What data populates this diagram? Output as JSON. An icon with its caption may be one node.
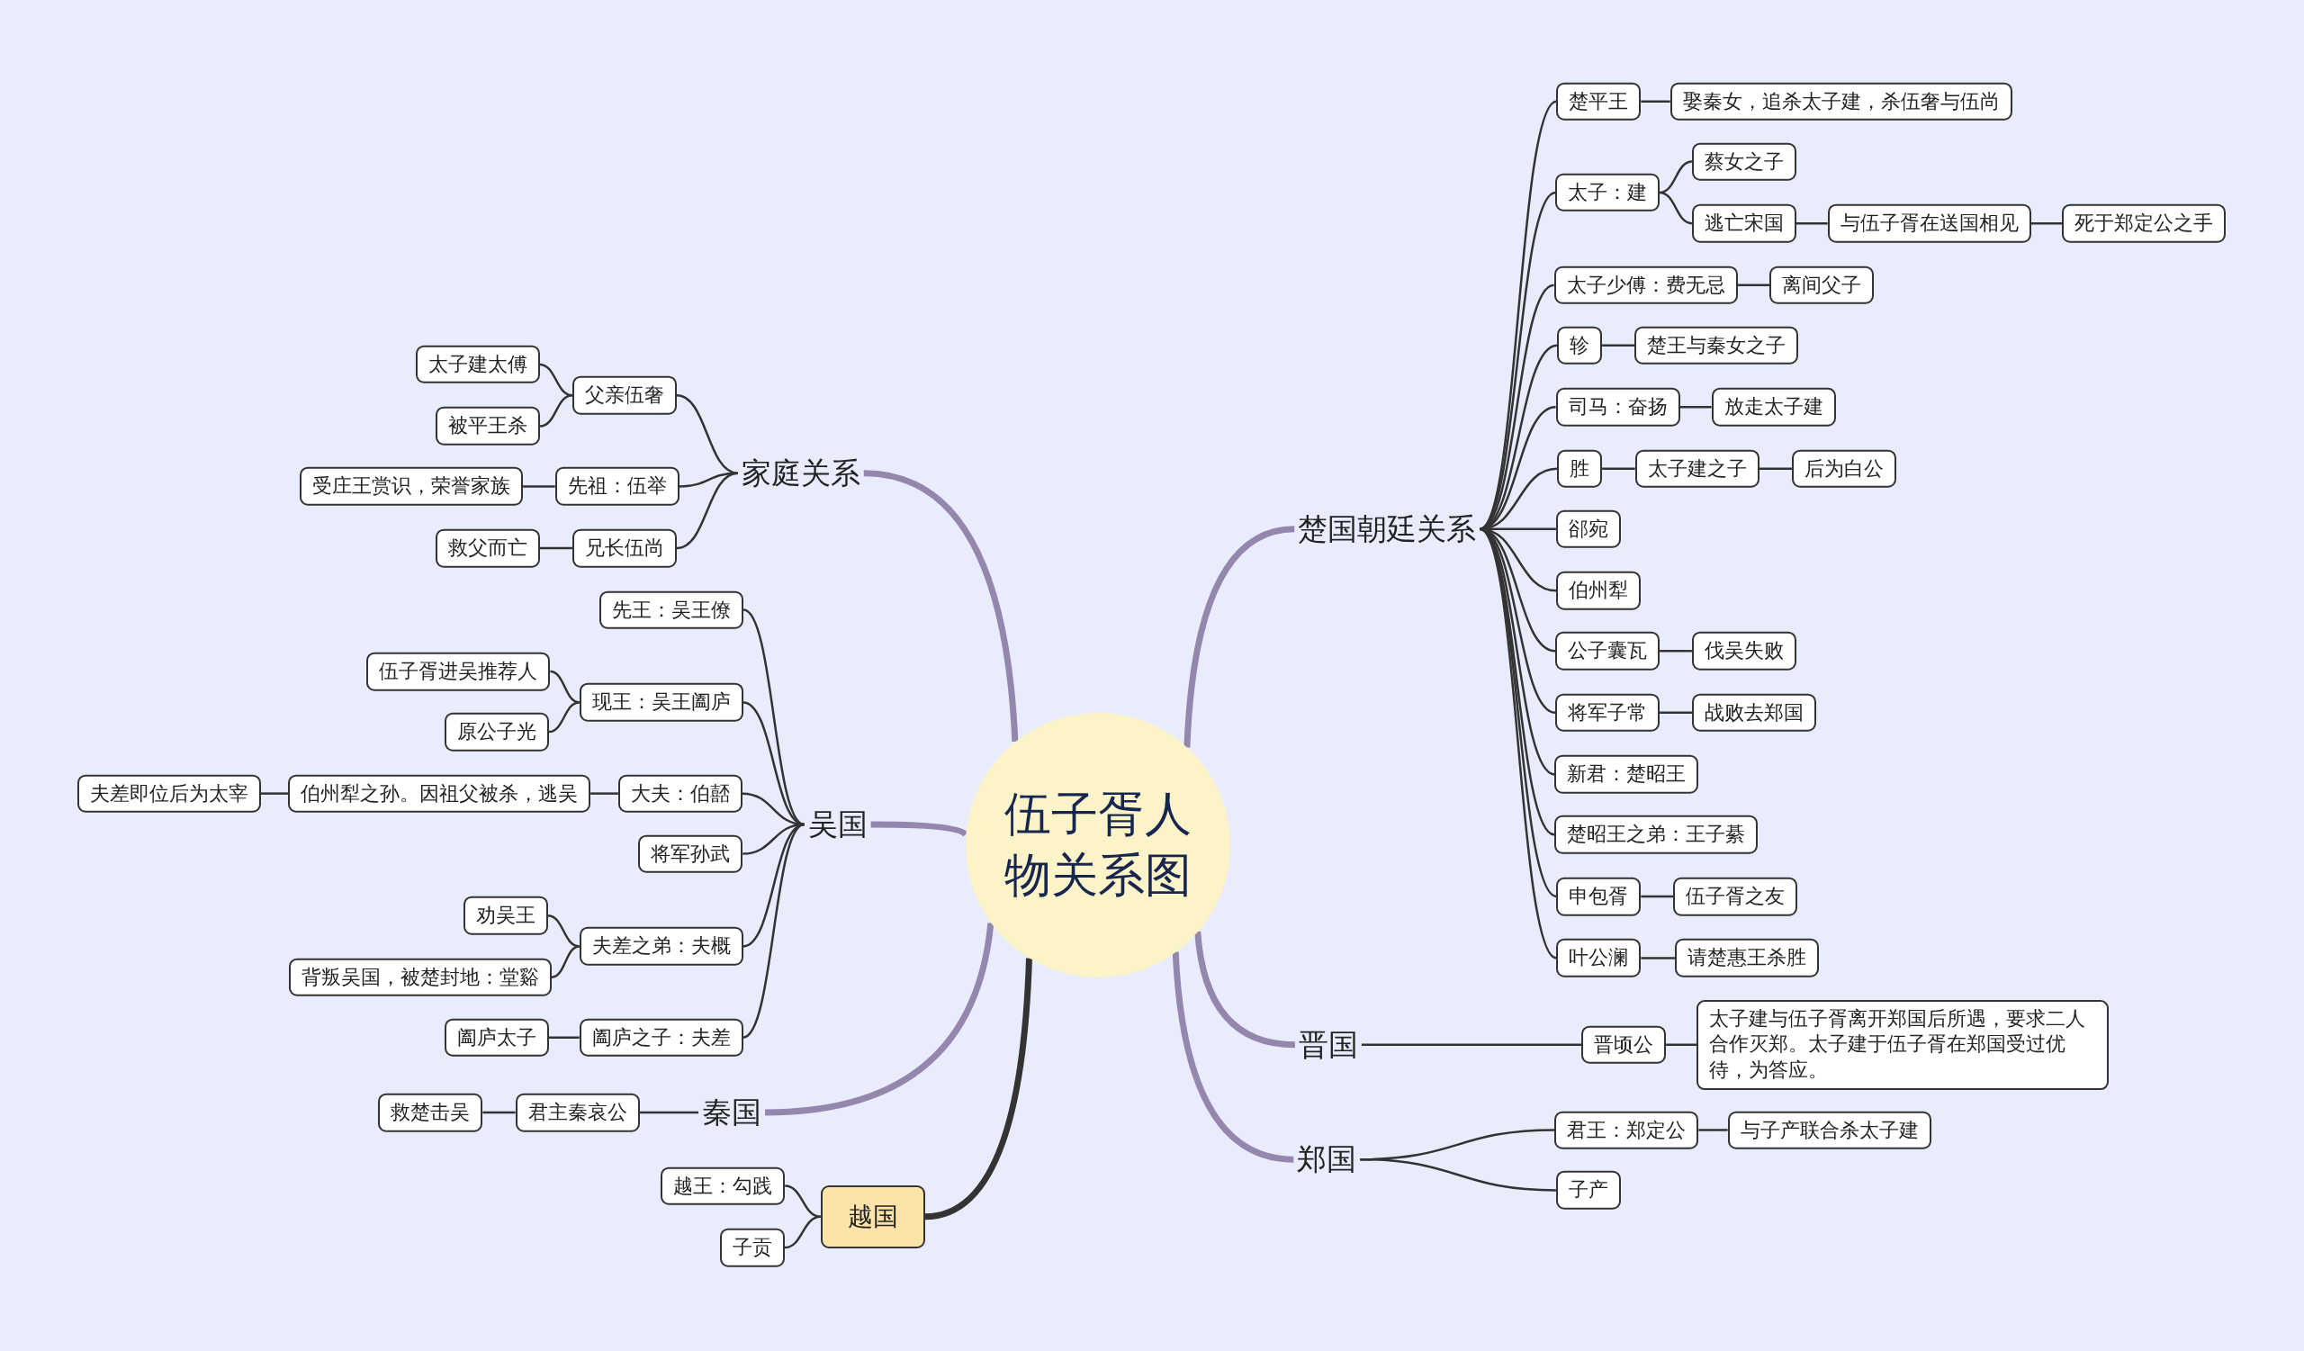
{
  "diagram": {
    "nodes": [
      {
        "text": [
          "伍子胥人物关系图"
        ]
      },
      {
        "text": [
          "家庭关系"
        ]
      },
      {
        "text": [
          "父亲伍奢"
        ]
      },
      {
        "text": [
          "太子建太傅"
        ]
      },
      {
        "text": [
          "被平王杀"
        ]
      },
      {
        "text": [
          "先祖：伍举"
        ]
      },
      {
        "text": [
          "受庄王赏识，荣誉家族"
        ]
      },
      {
        "text": [
          "兄长伍尚"
        ]
      },
      {
        "text": [
          "救父而亡"
        ]
      },
      {
        "text": [
          "吴国"
        ]
      },
      {
        "text": [
          "先王：吴王僚"
        ]
      },
      {
        "text": [
          "现王：吴王阖庐"
        ]
      },
      {
        "text": [
          "伍子胥进吴推荐人"
        ]
      },
      {
        "text": [
          "原公子光"
        ]
      },
      {
        "text": [
          "大夫：伯嚭"
        ]
      },
      {
        "text": [
          "伯州犁之孙。因祖父被杀，逃吴"
        ]
      },
      {
        "text": [
          "夫差即位后为太宰"
        ]
      },
      {
        "text": [
          "将军孙武"
        ]
      },
      {
        "text": [
          "夫差之弟：夫概"
        ]
      },
      {
        "text": [
          "劝吴王"
        ]
      },
      {
        "text": [
          "背叛吴国，被楚封地：堂谿"
        ]
      },
      {
        "text": [
          "阖庐之子：夫差"
        ]
      },
      {
        "text": [
          "阖庐太子"
        ]
      },
      {
        "text": [
          "秦国"
        ]
      },
      {
        "text": [
          "君主秦哀公"
        ]
      },
      {
        "text": [
          "救楚击吴"
        ]
      },
      {
        "text": [
          "越国"
        ]
      },
      {
        "text": [
          "越王：勾践"
        ]
      },
      {
        "text": [
          "子贡"
        ]
      },
      {
        "text": [
          "楚国朝廷关系"
        ]
      },
      {
        "text": [
          "楚平王"
        ]
      },
      {
        "text": [
          "娶秦女，追杀太子建，杀伍奢与伍尚"
        ]
      },
      {
        "text": [
          "太子：建"
        ]
      },
      {
        "text": [
          "蔡女之子"
        ]
      },
      {
        "text": [
          "逃亡宋国"
        ]
      },
      {
        "text": [
          "与伍子胥在送国相见"
        ]
      },
      {
        "text": [
          "死于郑定公之手"
        ]
      },
      {
        "text": [
          "太子少傅：费无忌"
        ]
      },
      {
        "text": [
          "离间父子"
        ]
      },
      {
        "text": [
          "轸"
        ]
      },
      {
        "text": [
          "楚王与秦女之子"
        ]
      },
      {
        "text": [
          "司马：奋扬"
        ]
      },
      {
        "text": [
          "放走太子建"
        ]
      },
      {
        "text": [
          "胜"
        ]
      },
      {
        "text": [
          "太子建之子"
        ]
      },
      {
        "text": [
          "后为白公"
        ]
      },
      {
        "text": [
          "郤宛"
        ]
      },
      {
        "text": [
          "伯州犁"
        ]
      },
      {
        "text": [
          "公子囊瓦"
        ]
      },
      {
        "text": [
          "伐吴失败"
        ]
      },
      {
        "text": [
          "将军子常"
        ]
      },
      {
        "text": [
          "战败去郑国"
        ]
      },
      {
        "text": [
          "新君：楚昭王"
        ]
      },
      {
        "text": [
          "楚昭王之弟：王子綦"
        ]
      },
      {
        "text": [
          "申包胥"
        ]
      },
      {
        "text": [
          "伍子胥之友"
        ]
      },
      {
        "text": [
          "叶公澜"
        ]
      },
      {
        "text": [
          "请楚惠王杀胜"
        ]
      },
      {
        "text": [
          "晋国"
        ]
      },
      {
        "text": [
          "晋顷公"
        ]
      },
      {
        "text": [
          "太子建与伍子胥离开郑国后所遇，要求二人合作灭郑。太子建于伍子胥在郑国受过优待，为答应。"
        ]
      },
      {
        "text": [
          "郑国"
        ]
      },
      {
        "text": [
          "君王：郑定公"
        ]
      },
      {
        "text": [
          "与子产联合杀太子建"
        ]
      },
      {
        "text": [
          "子产"
        ]
      }
    ],
    "edges": [
      {
        "from": 0,
        "to": 1,
        "arrow": "none",
        "style": "thick",
        "color": "#9486ad"
      },
      {
        "from": 0,
        "to": 9,
        "arrow": "none",
        "style": "thick",
        "color": "#9486ad"
      },
      {
        "from": 0,
        "to": 23,
        "arrow": "none",
        "style": "thick",
        "color": "#9486ad"
      },
      {
        "from": 0,
        "to": 26,
        "arrow": "none",
        "style": "thick"
      },
      {
        "from": 0,
        "to": 29,
        "arrow": "none",
        "style": "thick",
        "color": "#9486ad"
      },
      {
        "from": 0,
        "to": 58,
        "arrow": "none",
        "style": "thick",
        "color": "#9486ad"
      },
      {
        "from": 0,
        "to": 61,
        "arrow": "none",
        "style": "thick",
        "color": "#9486ad"
      },
      {
        "from": 1,
        "to": 2,
        "arrow": "none"
      },
      {
        "from": 2,
        "to": 3,
        "arrow": "none"
      },
      {
        "from": 2,
        "to": 4,
        "arrow": "none"
      },
      {
        "from": 1,
        "to": 5,
        "arrow": "none"
      },
      {
        "from": 5,
        "to": 6,
        "arrow": "none"
      },
      {
        "from": 1,
        "to": 7,
        "arrow": "none"
      },
      {
        "from": 7,
        "to": 8,
        "arrow": "none"
      },
      {
        "from": 9,
        "to": 10,
        "arrow": "none"
      },
      {
        "from": 9,
        "to": 11,
        "arrow": "none"
      },
      {
        "from": 11,
        "to": 12,
        "arrow": "none"
      },
      {
        "from": 11,
        "to": 13,
        "arrow": "none"
      },
      {
        "from": 9,
        "to": 14,
        "arrow": "none"
      },
      {
        "from": 14,
        "to": 15,
        "arrow": "none"
      },
      {
        "from": 15,
        "to": 16,
        "arrow": "none"
      },
      {
        "from": 9,
        "to": 17,
        "arrow": "none"
      },
      {
        "from": 9,
        "to": 18,
        "arrow": "none"
      },
      {
        "from": 18,
        "to": 19,
        "arrow": "none"
      },
      {
        "from": 18,
        "to": 20,
        "arrow": "none"
      },
      {
        "from": 9,
        "to": 21,
        "arrow": "none"
      },
      {
        "from": 21,
        "to": 22,
        "arrow": "none"
      },
      {
        "from": 23,
        "to": 24,
        "arrow": "none"
      },
      {
        "from": 24,
        "to": 25,
        "arrow": "none"
      },
      {
        "from": 26,
        "to": 27,
        "arrow": "none"
      },
      {
        "from": 26,
        "to": 28,
        "arrow": "none"
      },
      {
        "from": 29,
        "to": 30,
        "arrow": "none"
      },
      {
        "from": 30,
        "to": 31,
        "arrow": "none"
      },
      {
        "from": 29,
        "to": 32,
        "arrow": "none"
      },
      {
        "from": 32,
        "to": 33,
        "arrow": "none"
      },
      {
        "from": 32,
        "to": 34,
        "arrow": "none"
      },
      {
        "from": 34,
        "to": 35,
        "arrow": "none"
      },
      {
        "from": 35,
        "to": 36,
        "arrow": "none"
      },
      {
        "from": 29,
        "to": 37,
        "arrow": "none"
      },
      {
        "from": 37,
        "to": 38,
        "arrow": "none"
      },
      {
        "from": 29,
        "to": 39,
        "arrow": "none"
      },
      {
        "from": 39,
        "to": 40,
        "arrow": "none"
      },
      {
        "from": 29,
        "to": 41,
        "arrow": "none"
      },
      {
        "from": 41,
        "to": 42,
        "arrow": "none"
      },
      {
        "from": 29,
        "to": 43,
        "arrow": "none"
      },
      {
        "from": 43,
        "to": 44,
        "arrow": "none"
      },
      {
        "from": 44,
        "to": 45,
        "arrow": "none"
      },
      {
        "from": 29,
        "to": 46,
        "arrow": "none"
      },
      {
        "from": 29,
        "to": 47,
        "arrow": "none"
      },
      {
        "from": 29,
        "to": 48,
        "arrow": "none"
      },
      {
        "from": 48,
        "to": 49,
        "arrow": "none"
      },
      {
        "from": 29,
        "to": 50,
        "arrow": "none"
      },
      {
        "from": 50,
        "to": 51,
        "arrow": "none"
      },
      {
        "from": 29,
        "to": 52,
        "arrow": "none"
      },
      {
        "from": 29,
        "to": 53,
        "arrow": "none"
      },
      {
        "from": 29,
        "to": 54,
        "arrow": "none"
      },
      {
        "from": 54,
        "to": 55,
        "arrow": "none"
      },
      {
        "from": 29,
        "to": 56,
        "arrow": "none"
      },
      {
        "from": 56,
        "to": 57,
        "arrow": "none"
      },
      {
        "from": 58,
        "to": 59,
        "arrow": "none"
      },
      {
        "from": 59,
        "to": 60,
        "arrow": "none"
      },
      {
        "from": 61,
        "to": 62,
        "arrow": "none"
      },
      {
        "from": 62,
        "to": 63,
        "arrow": "none"
      },
      {
        "from": 61,
        "to": 64,
        "arrow": "none"
      }
    ]
  }
}
